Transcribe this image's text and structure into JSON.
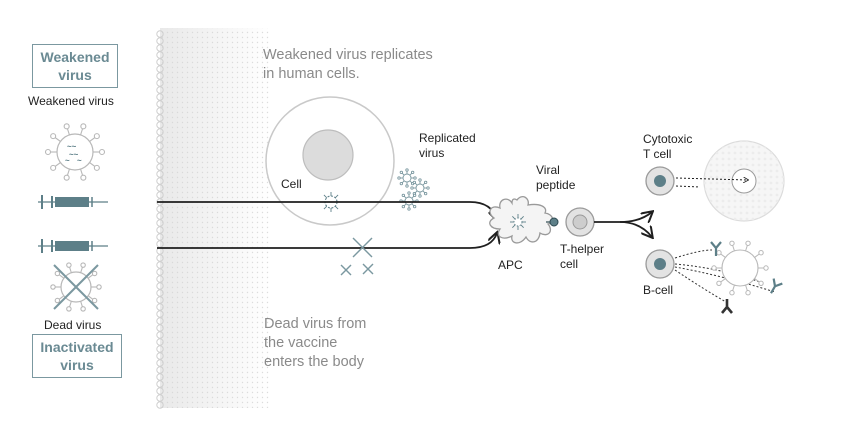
{
  "weakened": {
    "box_label": "Weakened\nvirus",
    "caption": "Weakened virus",
    "description": "Weakened virus replicates\nin human cells."
  },
  "inactivated": {
    "box_label": "Inactivated\nvirus",
    "caption": "Dead virus",
    "description": "Dead virus from\nthe vaccine\nenters the body"
  },
  "labels": {
    "cell": "Cell",
    "replicated_virus": "Replicated\nvirus",
    "viral_peptide": "Viral\npeptide",
    "apc": "APC",
    "t_helper": "T-helper\ncell",
    "cytotoxic": "Cytotoxic\nT cell",
    "b_cell": "B-cell"
  },
  "colors": {
    "accent": "#5d7f88",
    "accent_light": "#9fb7bd",
    "line": "#1f1f1f",
    "grey_cell": "#d8d8d8",
    "text_grey": "#8a8a8a"
  }
}
